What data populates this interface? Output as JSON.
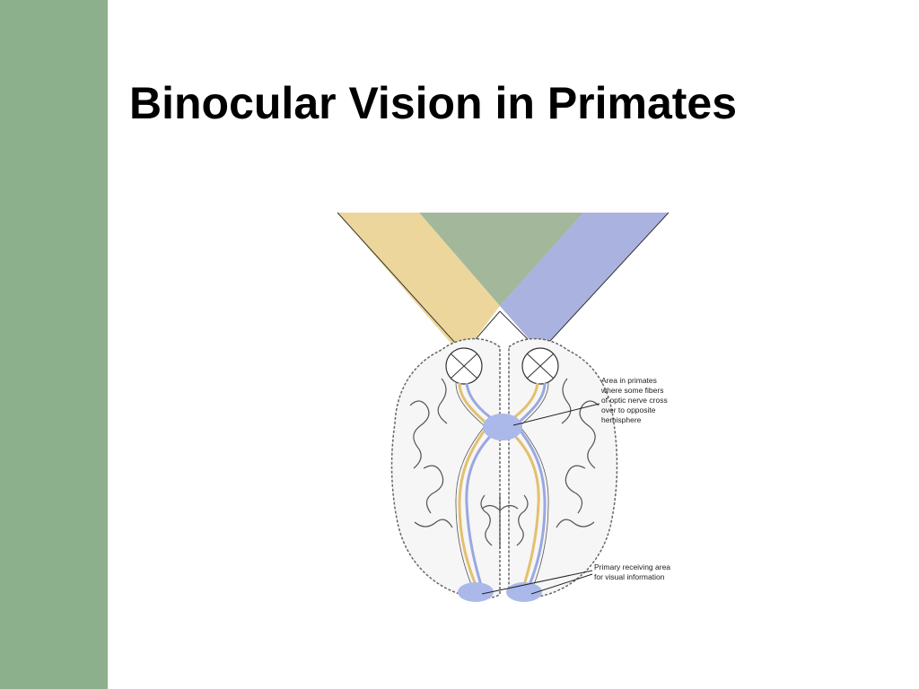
{
  "slide": {
    "title": "Binocular Vision in Primates"
  },
  "diagram": {
    "annotation_chiasm": [
      "Area in primates",
      "where some fibers",
      "of optic nerve cross",
      "over to opposite",
      "hemisphere"
    ],
    "annotation_cortex": [
      "Primary receiving area",
      "for visual information"
    ]
  },
  "colors": {
    "sidebar": "#8bb08b",
    "left_field": "#ecd69c",
    "overlap_field": "#a3b89a",
    "right_field": "#aab2e0",
    "pathway_yellow": "#e3c06f",
    "pathway_blue": "#9aa8e0"
  }
}
